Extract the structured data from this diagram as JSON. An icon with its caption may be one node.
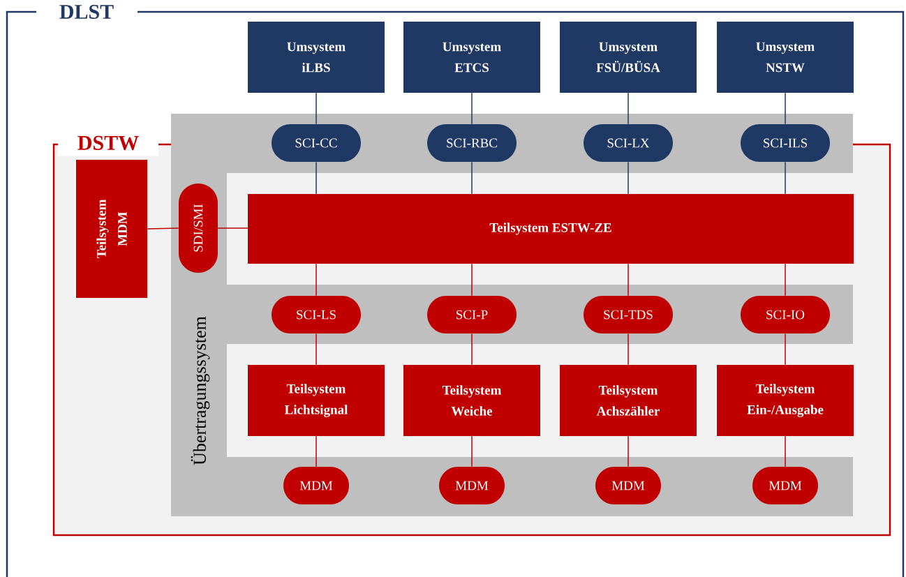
{
  "diagram": {
    "nodes": [
      {
        "text": [
          "DLST"
        ]
      },
      {
        "text": [
          "Umsystem iLBS"
        ],
        "in": 0
      },
      {
        "text": [
          "Umsystem ETCS"
        ],
        "in": 0
      },
      {
        "text": [
          "Umsystem FSÜ/BÜSA"
        ],
        "in": 0
      },
      {
        "text": [
          "Umsystem NSTW"
        ],
        "in": 0
      },
      {
        "text": [
          "DSTW"
        ],
        "in": 0
      },
      {
        "text": [
          "Übertragungssystem"
        ],
        "in": 0
      },
      {
        "text": [
          "SCI-CC"
        ],
        "in": 6
      },
      {
        "text": [
          "SCI-RBC"
        ],
        "in": 6
      },
      {
        "text": [
          "SCI-LX"
        ],
        "in": 6
      },
      {
        "text": [
          "SCI-ILS"
        ],
        "in": 6
      },
      {
        "text": [
          "Teilsystem MDM"
        ],
        "in": 5
      },
      {
        "text": [
          "SDI/SMI"
        ],
        "in": 6
      },
      {
        "text": [
          "Teilsystem ESTW-ZE"
        ],
        "in": 5
      },
      {
        "text": [
          "SCI-LS"
        ],
        "in": 6
      },
      {
        "text": [
          "SCI-P"
        ],
        "in": 6
      },
      {
        "text": [
          "SCI-TDS"
        ],
        "in": 6
      },
      {
        "text": [
          "SCI-IO"
        ],
        "in": 6
      },
      {
        "text": [
          "Teilsystem Lichtsignal"
        ],
        "in": 5
      },
      {
        "text": [
          "Teilsystem Weiche"
        ],
        "in": 5
      },
      {
        "text": [
          "Teilsystem Achszähler"
        ],
        "in": 5
      },
      {
        "text": [
          "Teilsystem Ein-/Ausgabe"
        ],
        "in": 5
      },
      {
        "text": [
          "MDM"
        ],
        "in": 6
      },
      {
        "text": [
          "MDM"
        ],
        "in": 6
      },
      {
        "text": [
          "MDM"
        ],
        "in": 6
      },
      {
        "text": [
          "MDM"
        ],
        "in": 6
      }
    ],
    "edges": [
      {
        "from": 1,
        "to": 7,
        "arrow": "none",
        "color": "#203864"
      },
      {
        "from": 7,
        "to": 13,
        "arrow": "none",
        "color": "#203864"
      },
      {
        "from": 2,
        "to": 8,
        "arrow": "none",
        "color": "#203864"
      },
      {
        "from": 8,
        "to": 13,
        "arrow": "none",
        "color": "#203864"
      },
      {
        "from": 3,
        "to": 9,
        "arrow": "none",
        "color": "#203864"
      },
      {
        "from": 9,
        "to": 13,
        "arrow": "none",
        "color": "#203864"
      },
      {
        "from": 4,
        "to": 10,
        "arrow": "none",
        "color": "#203864"
      },
      {
        "from": 10,
        "to": 13,
        "arrow": "none",
        "color": "#203864"
      },
      {
        "from": 11,
        "to": 12,
        "arrow": "none"
      },
      {
        "from": 12,
        "to": 13,
        "arrow": "none"
      },
      {
        "from": 13,
        "to": 14,
        "arrow": "none"
      },
      {
        "from": 14,
        "to": 18,
        "arrow": "none"
      },
      {
        "from": 18,
        "to": 22,
        "arrow": "none"
      },
      {
        "from": 13,
        "to": 15,
        "arrow": "none"
      },
      {
        "from": 15,
        "to": 19,
        "arrow": "none"
      },
      {
        "from": 19,
        "to": 23,
        "arrow": "none"
      },
      {
        "from": 13,
        "to": 16,
        "arrow": "none"
      },
      {
        "from": 16,
        "to": 20,
        "arrow": "none"
      },
      {
        "from": 20,
        "to": 24,
        "arrow": "none"
      },
      {
        "from": 13,
        "to": 17,
        "arrow": "none"
      },
      {
        "from": 17,
        "to": 21,
        "arrow": "none"
      },
      {
        "from": 21,
        "to": 25,
        "arrow": "none"
      }
    ]
  }
}
